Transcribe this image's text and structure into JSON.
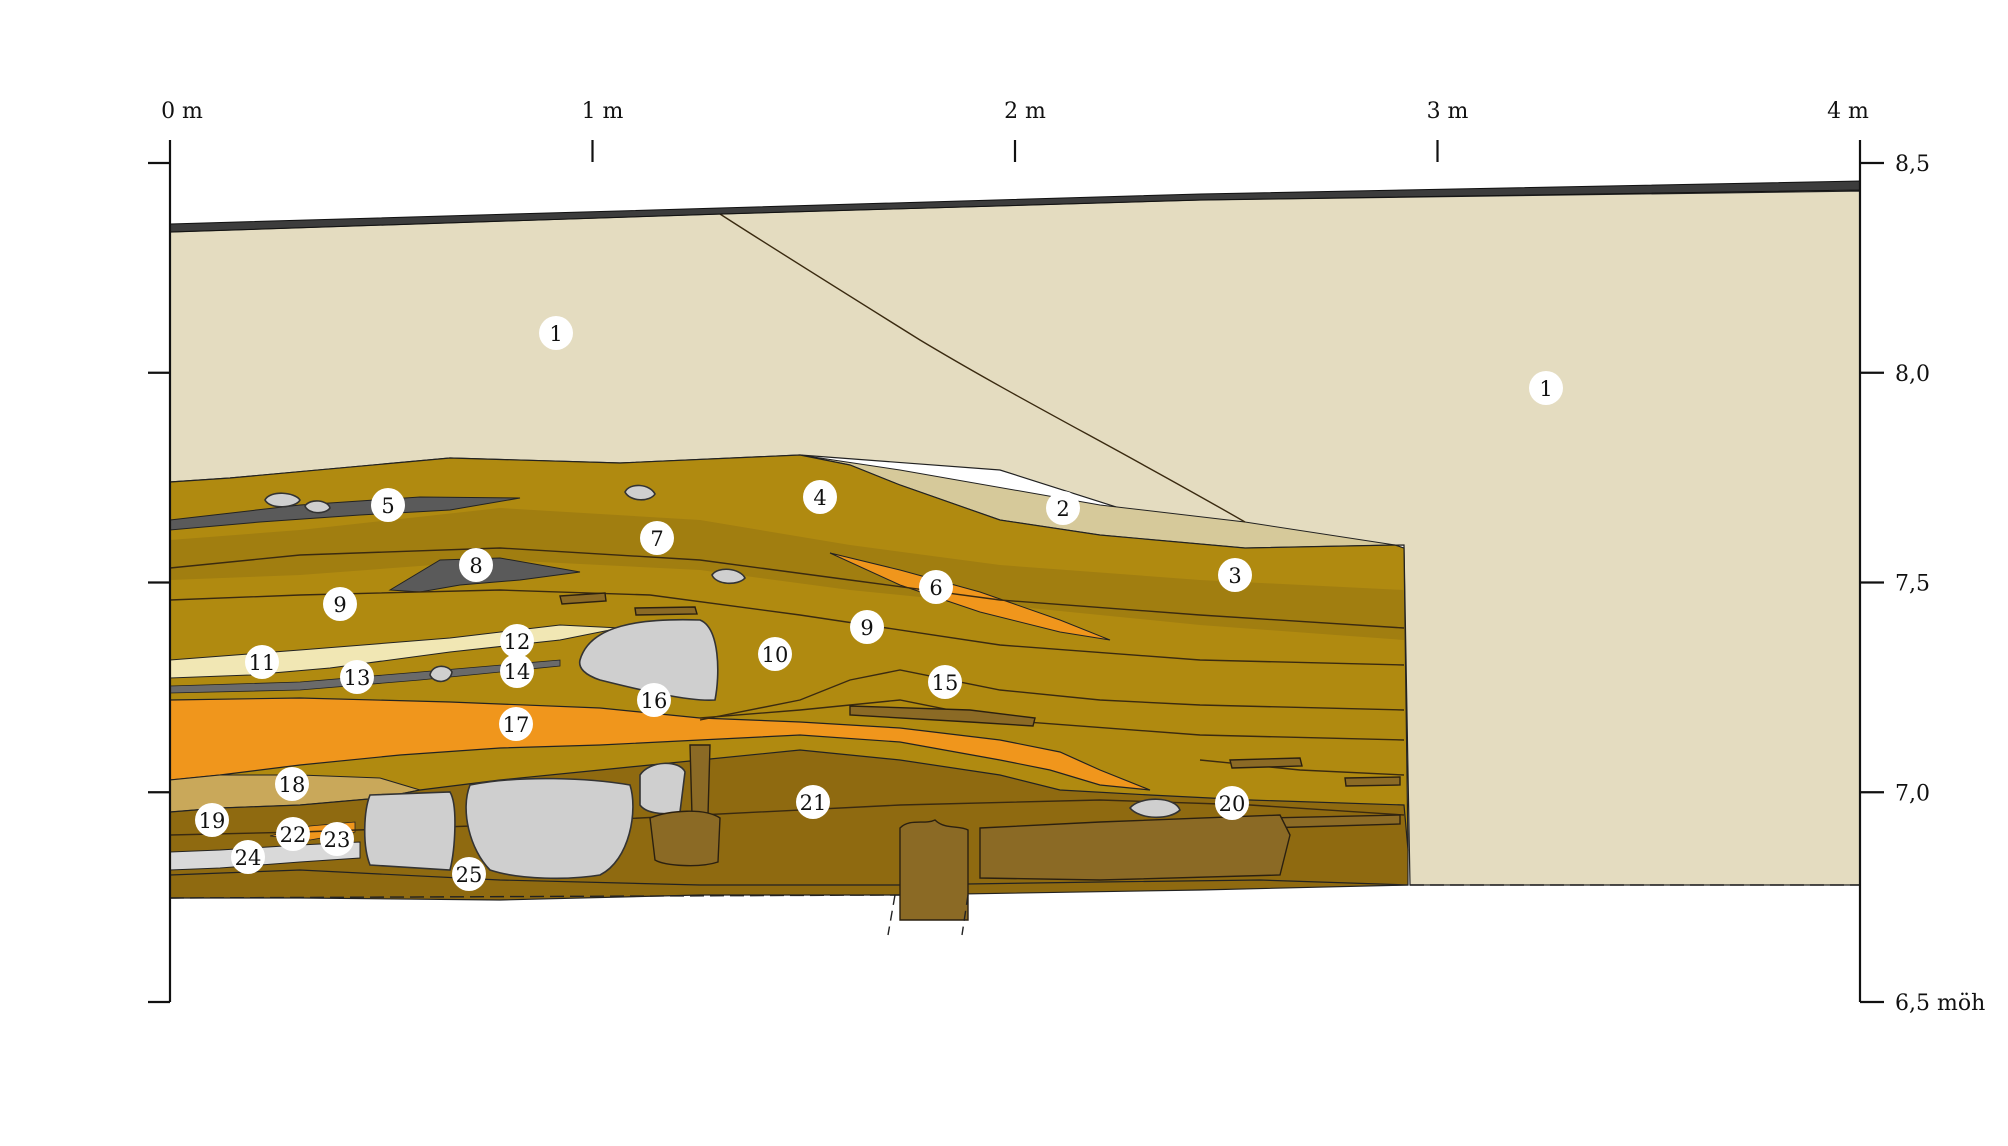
{
  "figure": {
    "x_axis": {
      "ticks": [
        {
          "value": 0,
          "label": "0 m"
        },
        {
          "value": 1,
          "label": "1 m"
        },
        {
          "value": 2,
          "label": "2 m"
        },
        {
          "value": 3,
          "label": "3 m"
        },
        {
          "value": 4,
          "label": "4 m"
        }
      ]
    },
    "y_axis": {
      "ticks": [
        {
          "value": 8.5,
          "label": "8,5"
        },
        {
          "value": 8.0,
          "label": "8,0"
        },
        {
          "value": 7.5,
          "label": "7,5"
        },
        {
          "value": 7.0,
          "label": "7,0"
        },
        {
          "value": 6.5,
          "label": "6,5 möh"
        }
      ]
    },
    "layer_labels": [
      "1",
      "1",
      "2",
      "3",
      "4",
      "5",
      "6",
      "7",
      "8",
      "9",
      "9",
      "10",
      "11",
      "12",
      "13",
      "14",
      "15",
      "16",
      "17",
      "18",
      "19",
      "20",
      "21",
      "22",
      "23",
      "24",
      "25"
    ],
    "colors": {
      "layer_1": "#e4dcc0",
      "layer_2": "#d6c99a",
      "ochre": "#b08a10",
      "ochre_dark": "#9c7810",
      "brown": "#8f6a10",
      "orange": "#f0961c",
      "pale_yellow": "#f1e7b4",
      "dark_grey": "#5a5a5a",
      "stone": "#cfcfcf",
      "wood": "#8b6a25",
      "topsoil": "#3c3c3c"
    }
  }
}
